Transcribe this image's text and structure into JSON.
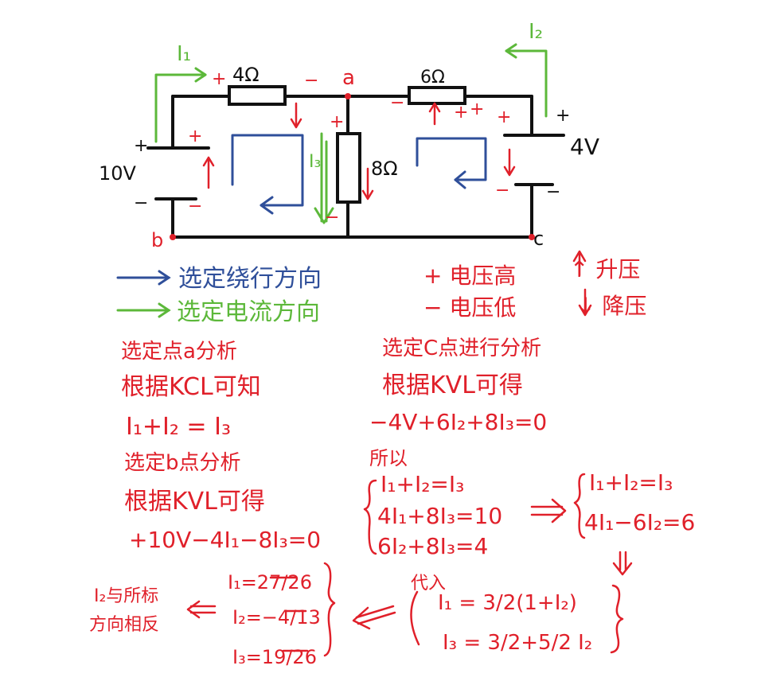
{
  "colors": {
    "red": "#e0202a",
    "blue": "#2f4f9a",
    "green": "#5cb83a",
    "black": "#111111"
  },
  "circuit": {
    "node_a": "a",
    "node_b": "b",
    "node_c": "c",
    "r1": "4Ω",
    "r2": "6Ω",
    "r3": "8Ω",
    "v1": "10V",
    "v2": "4V",
    "i1": "I₁",
    "i2": "I₂",
    "i3": "I₃",
    "plus": "+",
    "minus": "−"
  },
  "legend": {
    "blue_text": "选定绕行方向",
    "green_text": "选定电流方向",
    "plus_text": "+ 电压高",
    "minus_text": "− 电压低",
    "up_text": "↑ 升压",
    "down_text": "↓ 降压"
  },
  "left": {
    "l1": "选定点a分析",
    "l2": "根据KCL可知",
    "l3": "I₁+I₂ = I₃",
    "l4": "选定b点分析",
    "l5": "根据KVL可得",
    "l6": "+10V−4I₁−8I₃=0"
  },
  "right": {
    "r1": "选定C点进行分析",
    "r2": "根据KVL可得",
    "r3": "−4V+6I₂+8I₃=0",
    "r4": "所以",
    "r5": "I₁+I₂=I₃",
    "r6": "4I₁+8I₃=10",
    "r7": "6I₂+8I₃=4",
    "r8": "I₁+I₂=I₃",
    "r9": "4I₁−6I₂=6"
  },
  "bottom": {
    "note1": "I₂与所标",
    "note2": "方向相反",
    "s1": "I₁=27/26",
    "s2": "I₂=−4/13",
    "s3": "I₃=19/26",
    "sub": "代入",
    "e1": "I₁ = 3/2(1+I₂)",
    "e2": "I₃ = 3/2+5/2 I₂"
  }
}
